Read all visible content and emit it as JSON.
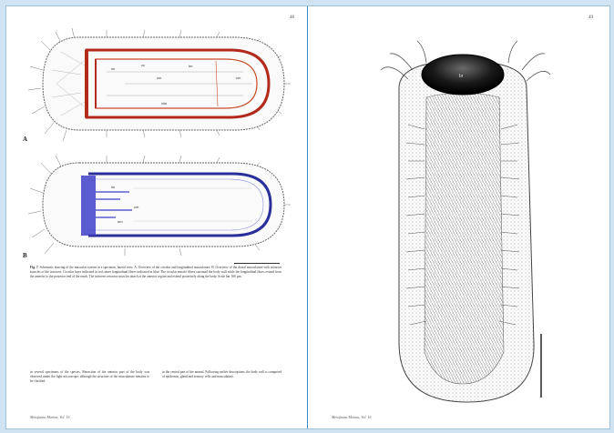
{
  "left_page": {
    "page_number": "48",
    "panel_a_label": "A",
    "panel_b_label": "B",
    "fig_labels_a": [
      "lm",
      "cc",
      "cm",
      "tm",
      "vlm",
      "cm"
    ],
    "fig_labels_b": [
      "lm",
      "cm",
      "om"
    ],
    "caption_label": "Fig. 7.",
    "caption_text": "Schematic drawing of the muscular system in a specimen, lateral view. A, Overview of the circular and longitudinal musculature. B, Overview of the dorsal musculature with retractor muscles of the introvert. Circular layer indicated in red; inner longitudinal fibres indicated in blue. The circular muscle fibres surround the body wall while the longitudinal fibres extend from the anterior to the posterior end of the trunk. The introvert retractor muscles attach at the anterior region and extend posteriorly along the body. Scale bar 100 µm.",
    "body_col_1": "in several specimens of the species. Retraction of the anterior part of the body was observed under the light microscope, although the structure of the musculature remains to be clarified.",
    "body_col_2": "in the central part of the animal. Following earlier descriptions, the body wall is composed of epidermis, gland and sensory cells and musculature.",
    "footer": "Meiofauna Marina, Vol. 16"
  },
  "right_page": {
    "page_number": "49",
    "organ_label": "br",
    "footer": "Meiofauna Marina, Vol. 16"
  },
  "colors": {
    "circular_muscle": "#b22a1a",
    "longitudinal_muscle": "#2b2f9c",
    "divider": "#3b8fd0",
    "background": "#cfe3f2"
  }
}
